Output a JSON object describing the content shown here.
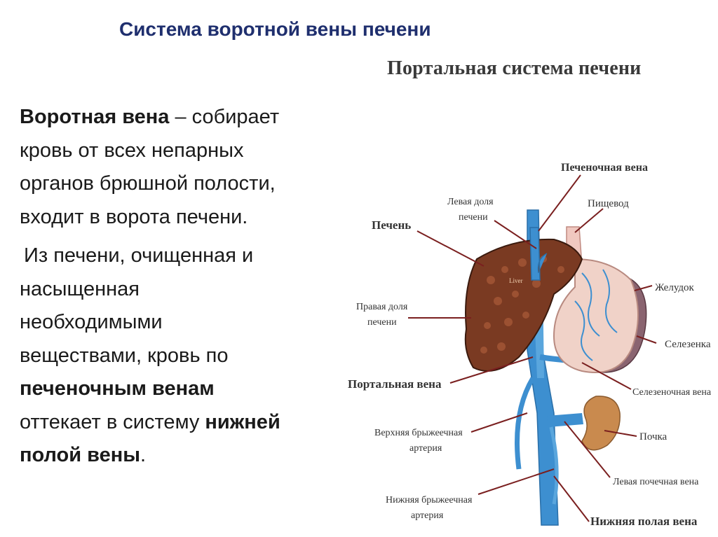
{
  "slide": {
    "title": "Система воротной вены печени"
  },
  "text": {
    "p1_bold": "Воротная вена",
    "p1_line1_rest": " – собирает",
    "p1_line2": "кровь от всех непарных",
    "p1_line3": "органов брюшной полости,",
    "p1_line4": "входит в ворота печени.",
    "p2_line1": "Из печени, очищенная и",
    "p2_line2": "насыщенная",
    "p2_line3": "необходимыми",
    "p2_line4": "веществами, кровь по",
    "p2_bold1": "печеночным венам",
    "p2_line6_pre": "оттекает в систему ",
    "p2_bold2": "нижней",
    "p2_bold3": "полой вены",
    "p2_end": "."
  },
  "figure": {
    "title": "Портальная система печени",
    "liver_inscription": "Liver",
    "labels": {
      "hepatic_vein": "Печеночная вена",
      "left_lobe_1": "Левая доля",
      "left_lobe_2": "печени",
      "esophagus": "Пищевод",
      "liver": "Печень",
      "stomach": "Желудок",
      "right_lobe_1": "Правая доля",
      "right_lobe_2": "печени",
      "spleen": "Селезенка",
      "portal_vein": "Портальная вена",
      "splenic_vein": "Селезеночная вена",
      "sup_mes_1": "Верхняя брыжеечная",
      "sup_mes_2": "артерия",
      "kidney": "Почка",
      "left_renal_vein": "Левая почечная вена",
      "inf_mes_1": "Нижняя брыжеечная",
      "inf_mes_2": "артерия",
      "ivc": "Нижняя полая вена"
    },
    "colors": {
      "vein": "#3d8fd0",
      "liver": "#7a3a22",
      "stomach": "#f0d2c8",
      "spleen": "#8a6470",
      "kidney": "#c98a4e",
      "leader": "#7a1f1f",
      "label": "#333333"
    }
  }
}
